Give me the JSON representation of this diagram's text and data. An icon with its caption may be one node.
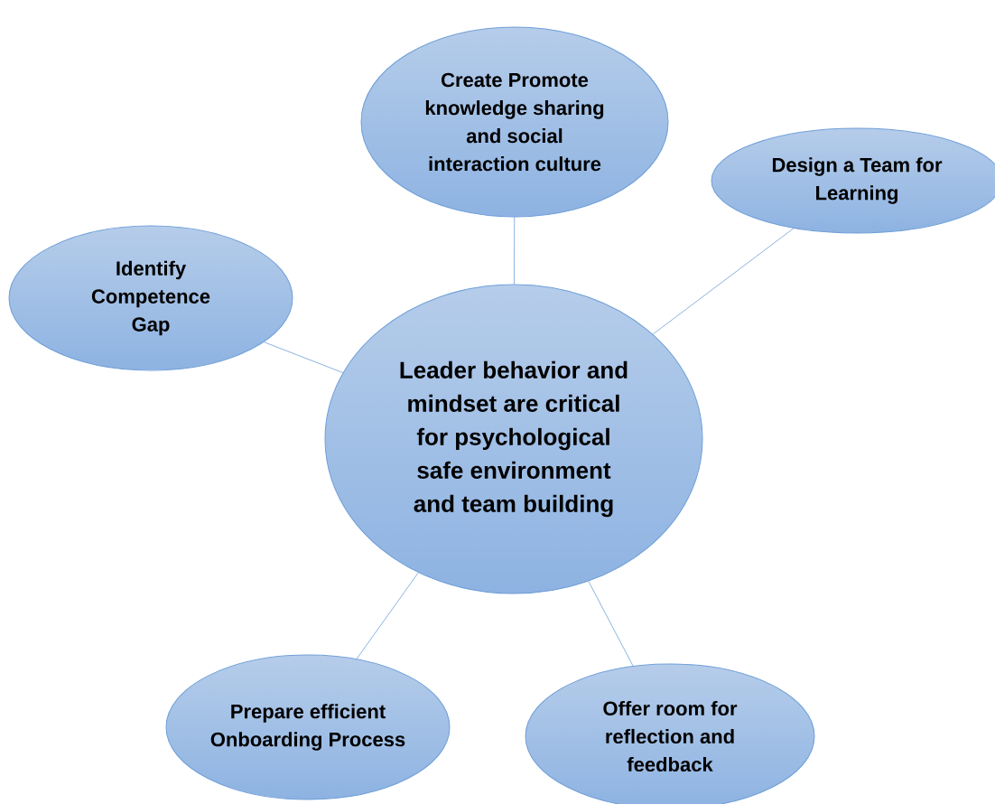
{
  "diagram": {
    "nodes": [
      {
        "text": [
          "Create Promote knowledge sharing and social interaction culture"
        ]
      },
      {
        "text": [
          "Design a Team for Learning"
        ]
      },
      {
        "text": [
          "Identify Competence Gap"
        ]
      },
      {
        "text": [
          "Leader behavior and mindset are critical for psychological safe environment and team building"
        ]
      },
      {
        "text": [
          "Prepare efficient Onboarding Process"
        ]
      },
      {
        "text": [
          "Offer room for reflection and feedback"
        ]
      }
    ],
    "edges": [
      {
        "from": 3,
        "to": 0,
        "arrow": "none"
      },
      {
        "from": 3,
        "to": 1,
        "arrow": "none"
      },
      {
        "from": 3,
        "to": 2,
        "arrow": "none"
      },
      {
        "from": 3,
        "to": 4,
        "arrow": "none"
      },
      {
        "from": 3,
        "to": 5,
        "arrow": "none"
      }
    ]
  }
}
